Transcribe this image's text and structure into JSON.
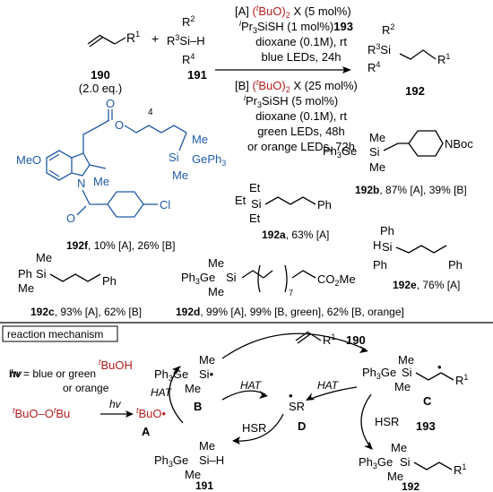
{
  "reaction": {
    "alkene_label": "R",
    "alkene_sup": "1",
    "alkene_id": "190",
    "alkene_eq": "(2.0 eq.)",
    "plus": "+",
    "silane_r2": "R",
    "silane_r2_sup": "2",
    "silane_r3": "R",
    "silane_r3_sup": "3",
    "silane_si_h": "Si–H",
    "silane_r4": "R",
    "silane_r4_sup": "4",
    "silane_id": "191",
    "product_id": "192",
    "cond_a": {
      "line1_tag": "[A]",
      "line1_cat": "(",
      "line1_tbu": "t",
      "line1_buo": "BuO)",
      "line1_sub": "2",
      "line1_tail": " X (5 mol%)",
      "line2_i": "i",
      "line2_main": "Pr",
      "line2_sub": "3",
      "line2_tail": "SiSH (1 mol%)",
      "line2_id": "193",
      "line3": "dioxane (0.1M), rt",
      "line4": "blue LEDs, 24h"
    },
    "cond_b": {
      "line1_tag": "[B]",
      "line1_cat": "(",
      "line1_tbu": "t",
      "line1_buo": "BuO)",
      "line1_sub": "2",
      "line1_tail": " X (25 mol%)",
      "line2_i": "i",
      "line2_main": "Pr",
      "line2_sub": "3",
      "line2_tail": "SiSH (5 mol%)",
      "line3": "dioxane (0.1M), rt",
      "line4": "green LEDs, 48h",
      "line5": "or orange LEDs, 72h"
    }
  },
  "examples": {
    "f_meo": "MeO",
    "f_o": "O",
    "f_num": "4",
    "f_n": "N",
    "f_me": "Me",
    "f_me2": "Me",
    "f_me3": "Me",
    "f_si": "Si",
    "f_geph3": "GePh",
    "f_geph3_sub": "3",
    "f_cl": "Cl",
    "f_result_id": "192f",
    "f_result_text": ", 10% [A], 26% [B]",
    "b_result_id": "192b",
    "b_result_text": ", 87% [A], 39% [B]",
    "a_et1": "Et",
    "a_et2": "Et",
    "a_et3": "Et",
    "a_si": "Si",
    "a_ph": "Ph",
    "a_result_id": "192a",
    "a_result_text": ", 63% [A]",
    "c_me1": "Me",
    "c_me2": "Me",
    "c_ph1": "Ph",
    "c_si": "Si",
    "c_ph2": "Ph",
    "c_result_id": "192c",
    "c_result_text": ", 93% [A], 62% [B]",
    "d_me1": "Me",
    "d_me2": "Me",
    "d_ph3ge": "Ph",
    "d_ph3ge_sub": "3",
    "d_ph3ge_tail": "Ge",
    "d_si": "Si",
    "d_n": "7",
    "d_co2me": "CO",
    "d_co2me_sub": "2",
    "d_co2me_tail": "Me",
    "d_result_id": "192d",
    "d_result_text": ", 99% [A], 99% [B, green], 62% [B, orange]",
    "e_ph1": "Ph",
    "e_h": "H",
    "e_ph2": "Ph",
    "e_si": "Si",
    "e_ph3": "Ph",
    "e_result_id": "192e",
    "e_result_text": ", 76% [A]",
    "b_ph3ge": "Ph",
    "b_ph3ge_sub": "3",
    "b_ph3ge_tail": "Ge",
    "b_me1": "Me",
    "b_me2": "Me",
    "b_si": "Si",
    "b_nboc": "NBoc"
  },
  "mechanism": {
    "title": "reaction mechanism",
    "alkene_label": "R",
    "alkene_sup": "1",
    "alkene_id": "190",
    "hv_line1": "hv = blue or green",
    "hv_line2": "or orange",
    "hv": "hv",
    "tbuoh_t": "t",
    "tbuoh_tail": "BuOH",
    "peroxide_t1": "t",
    "peroxide_mid": "BuO–O",
    "peroxide_t2": "t",
    "peroxide_tail": "Bu",
    "radical_t": "t",
    "radical_tail": "BuO",
    "radical_label": "A",
    "hat1": "HAT",
    "hat2": "HAT",
    "hat3": "HAT",
    "b_label": "B",
    "c_label": "C",
    "d_label": "D",
    "sr": "SR",
    "hsr1": "HSR",
    "hsr2": "HSR",
    "id_191": "191",
    "id_192": "192",
    "id_193": "193",
    "ph3ge": "Ph",
    "ph3ge_sub": "3",
    "ph3ge_tail": "Ge",
    "me": "Me",
    "si": "Si",
    "si_h": "Si–H",
    "r1": "R",
    "r1_sup": "1"
  }
}
